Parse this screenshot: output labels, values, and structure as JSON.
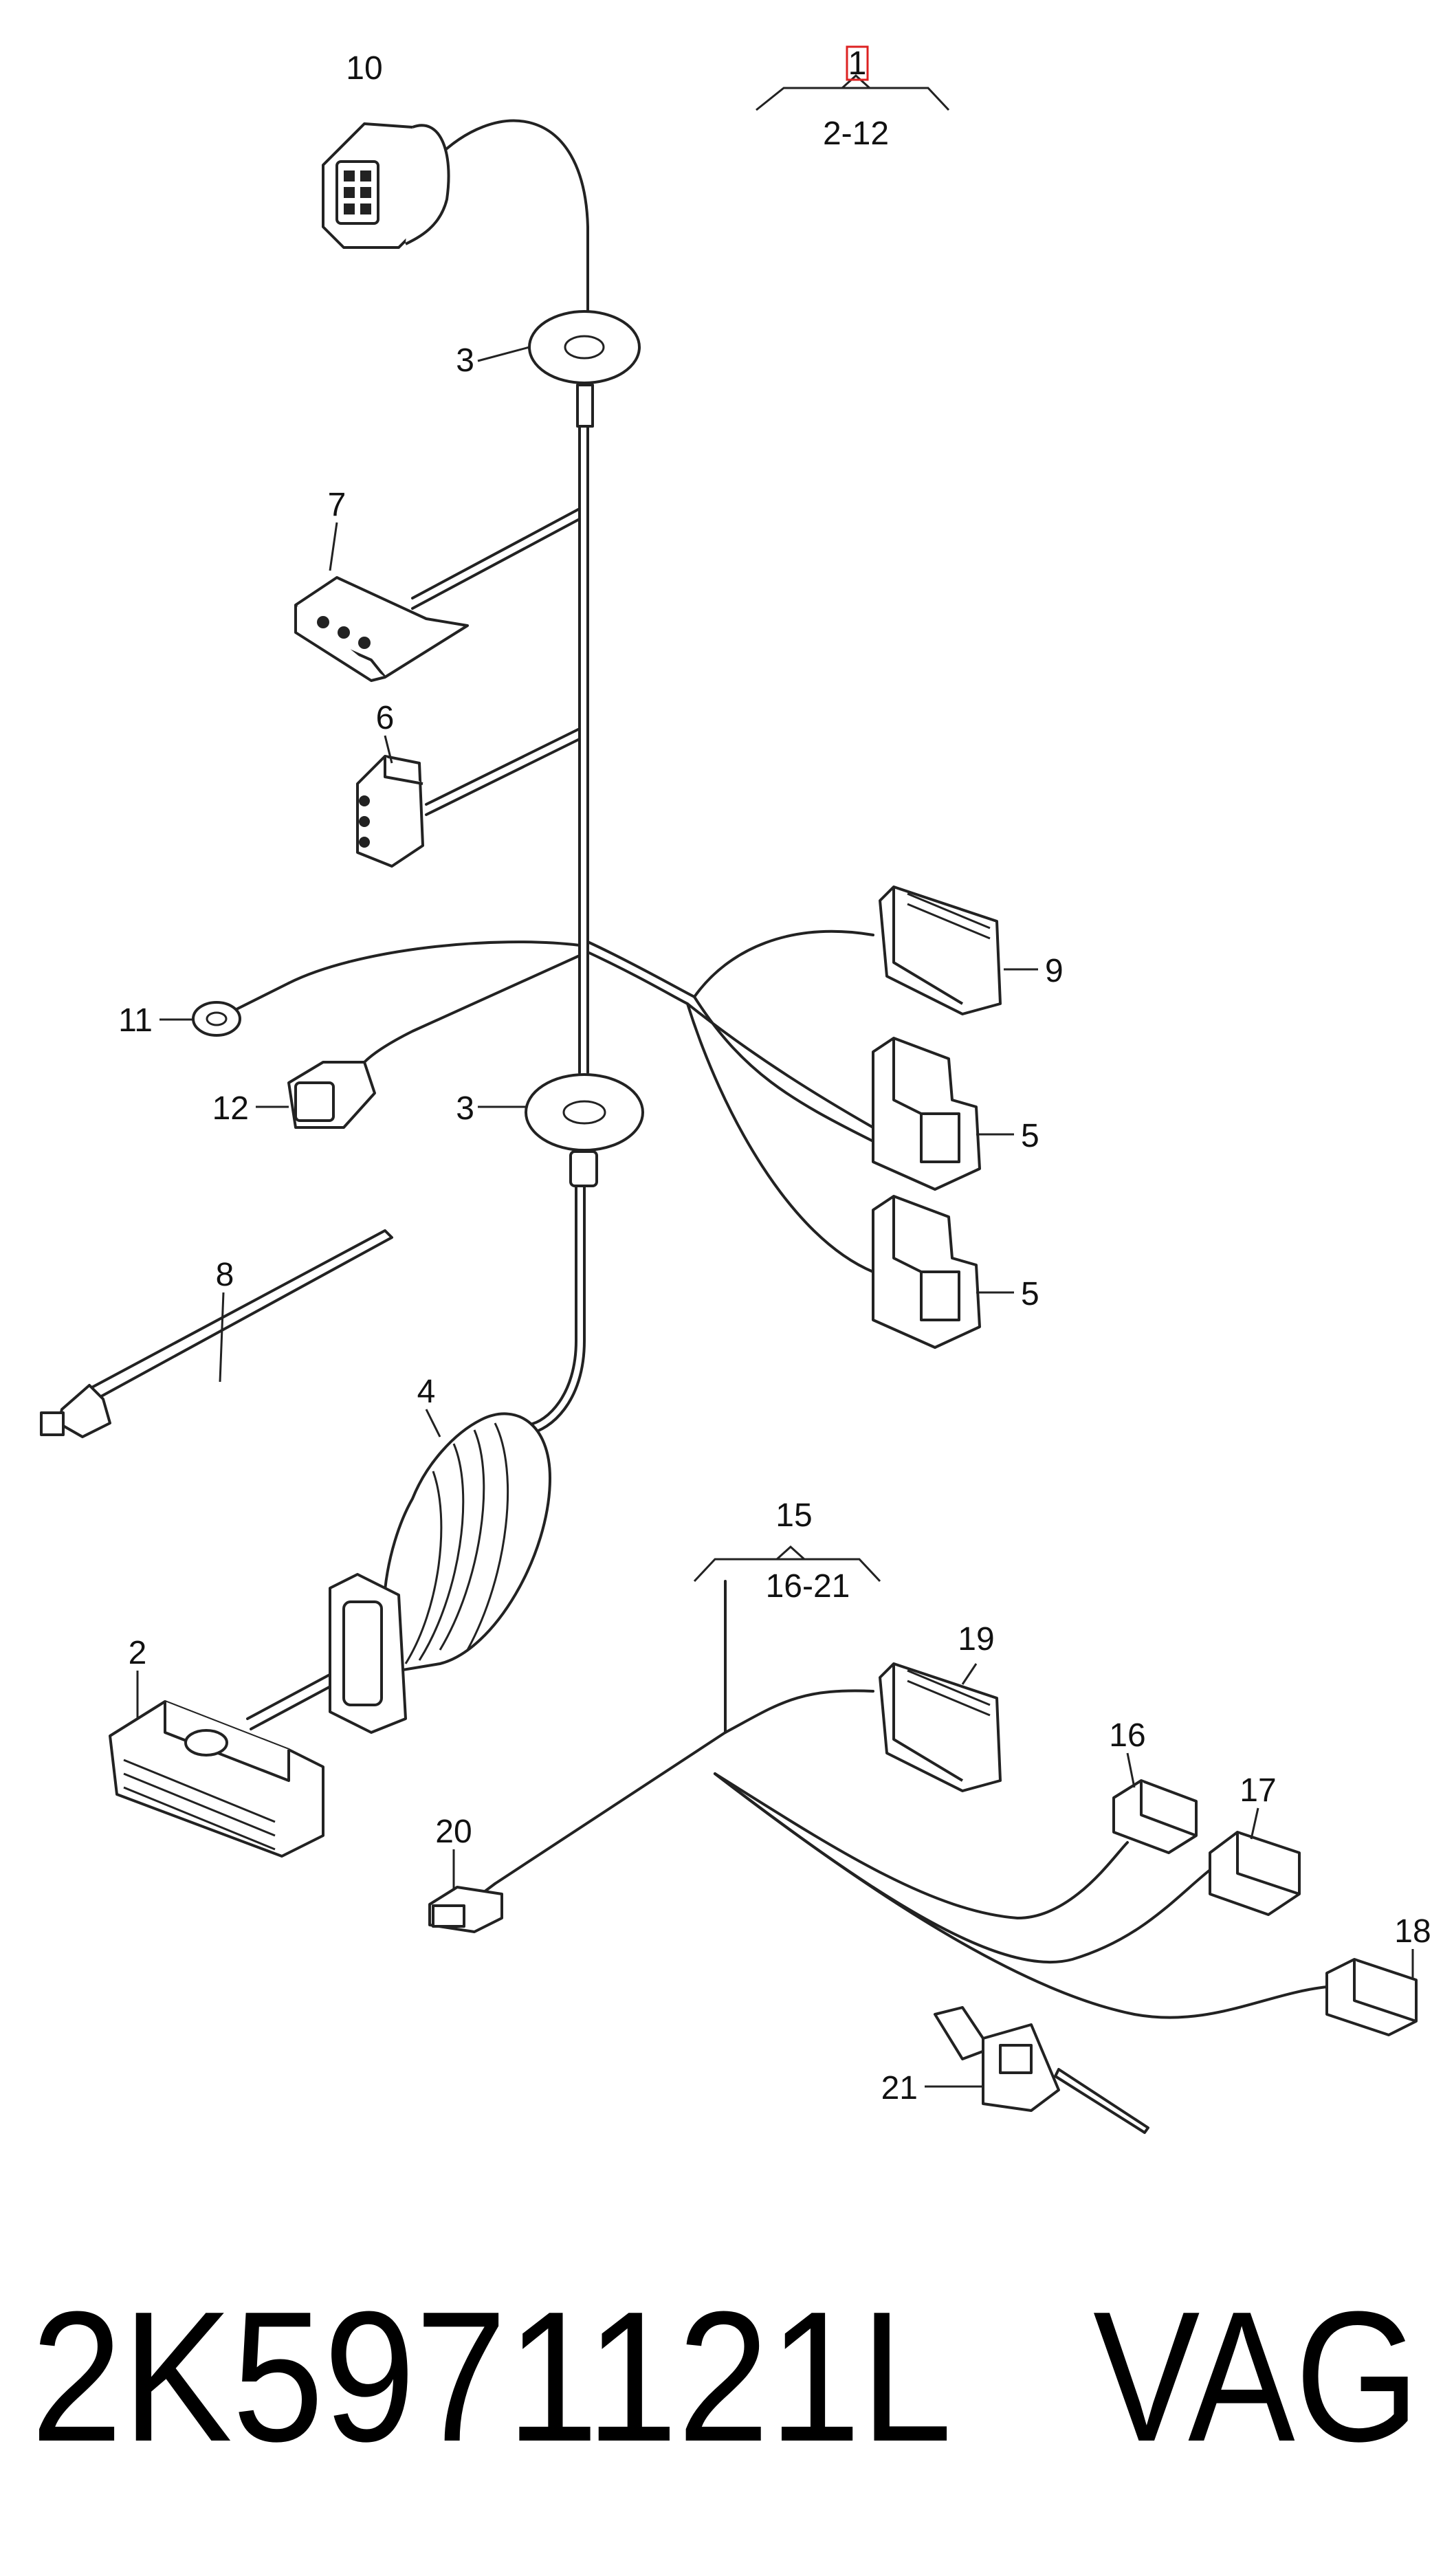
{
  "diagram": {
    "group_main": {
      "ref": "1",
      "range": "2-12"
    },
    "group_sub": {
      "ref": "15",
      "range": "16-21"
    },
    "labels": {
      "p10": "10",
      "p3a": "3",
      "p7": "7",
      "p6": "6",
      "p9": "9",
      "p11": "11",
      "p12": "12",
      "p3b": "3",
      "p5a": "5",
      "p5b": "5",
      "p8": "8",
      "p4": "4",
      "p2": "2",
      "p19": "19",
      "p16": "16",
      "p17": "17",
      "p20": "20",
      "p18": "18",
      "p21": "21"
    }
  },
  "footer": {
    "part_number": "2K5971121L",
    "brand": "VAG"
  },
  "colors": {
    "line": "#222222",
    "highlight": "#dd2222",
    "background": "#ffffff"
  }
}
